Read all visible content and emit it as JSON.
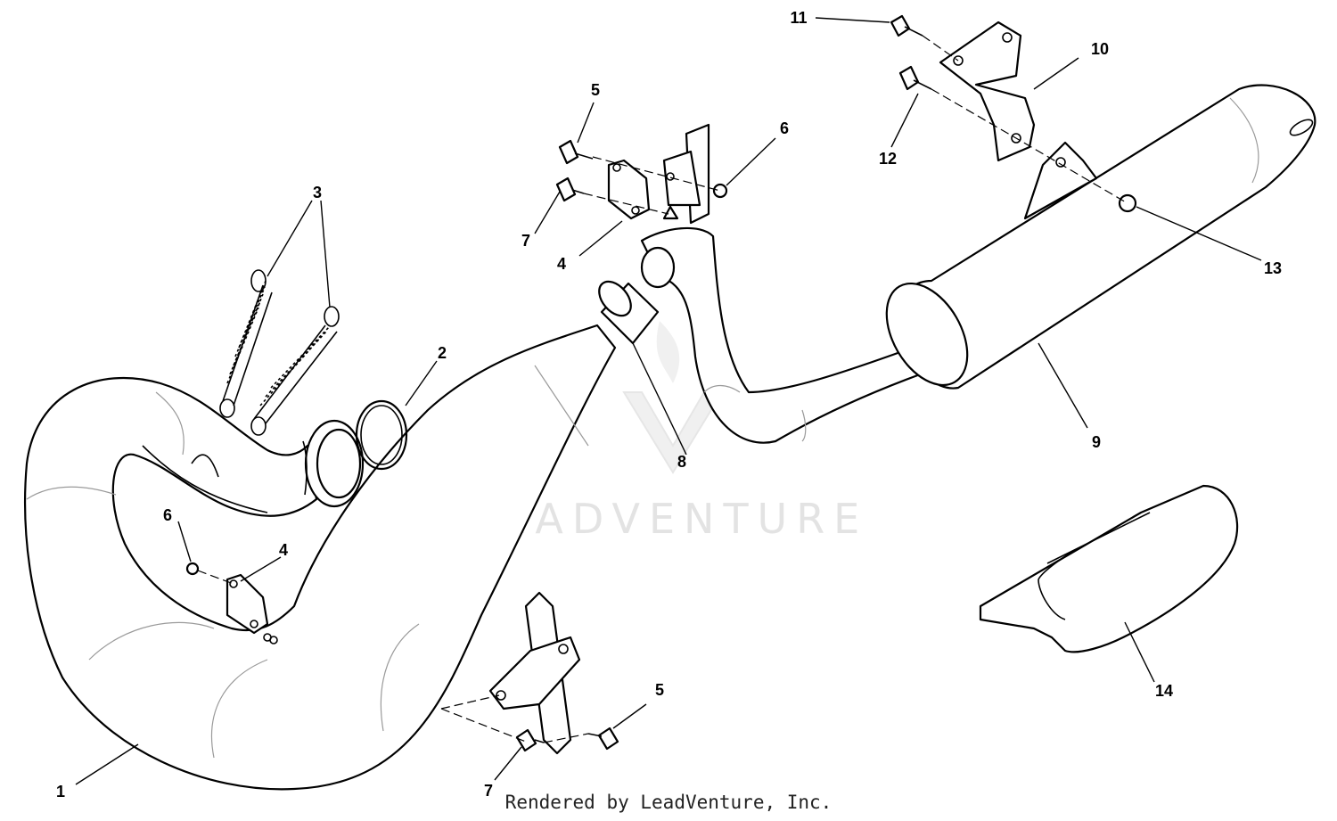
{
  "watermark": {
    "text": "LEADVENTURE"
  },
  "footer": {
    "credit": "Rendered by LeadVenture, Inc."
  },
  "callouts": [
    {
      "id": "c1",
      "label": "1"
    },
    {
      "id": "c2",
      "label": "2"
    },
    {
      "id": "c3",
      "label": "3"
    },
    {
      "id": "c4a",
      "label": "4"
    },
    {
      "id": "c4b",
      "label": "4"
    },
    {
      "id": "c5a",
      "label": "5"
    },
    {
      "id": "c5b",
      "label": "5"
    },
    {
      "id": "c6a",
      "label": "6"
    },
    {
      "id": "c6b",
      "label": "6"
    },
    {
      "id": "c7a",
      "label": "7"
    },
    {
      "id": "c7b",
      "label": "7"
    },
    {
      "id": "c8",
      "label": "8"
    },
    {
      "id": "c9",
      "label": "9"
    },
    {
      "id": "c10",
      "label": "10"
    },
    {
      "id": "c11",
      "label": "11"
    },
    {
      "id": "c12",
      "label": "12"
    },
    {
      "id": "c13",
      "label": "13"
    },
    {
      "id": "c14",
      "label": "14"
    }
  ]
}
